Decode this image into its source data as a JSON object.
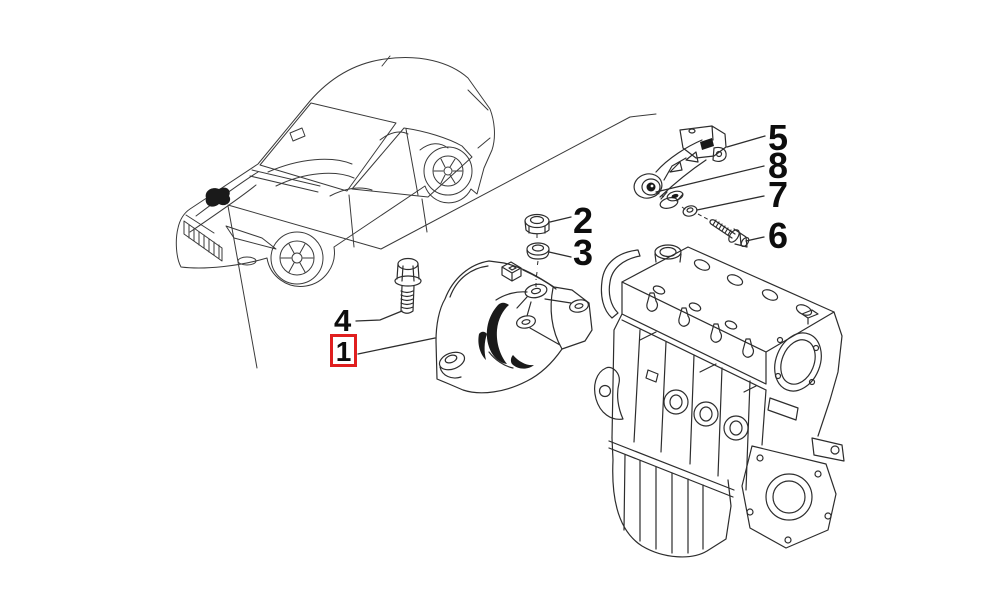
{
  "canvas": {
    "background_color": "#ffffff"
  },
  "colors": {
    "line": "#2d2d2d",
    "highlight_box": "#e01f1f",
    "callout_text": "#0d0d0d"
  },
  "figures": [
    "car-sketch",
    "engine-mount-bracket",
    "engine-block",
    "torque-arm",
    "fasteners"
  ],
  "callouts": {
    "c1": {
      "label": "1",
      "highlighted": true
    },
    "c2": {
      "label": "2",
      "highlighted": false
    },
    "c3": {
      "label": "3",
      "highlighted": false
    },
    "c4": {
      "label": "4",
      "highlighted": false
    },
    "c5": {
      "label": "5",
      "highlighted": false
    },
    "c6": {
      "label": "6",
      "highlighted": false
    },
    "c7": {
      "label": "7",
      "highlighted": false
    },
    "c8": {
      "label": "8",
      "highlighted": false
    }
  }
}
